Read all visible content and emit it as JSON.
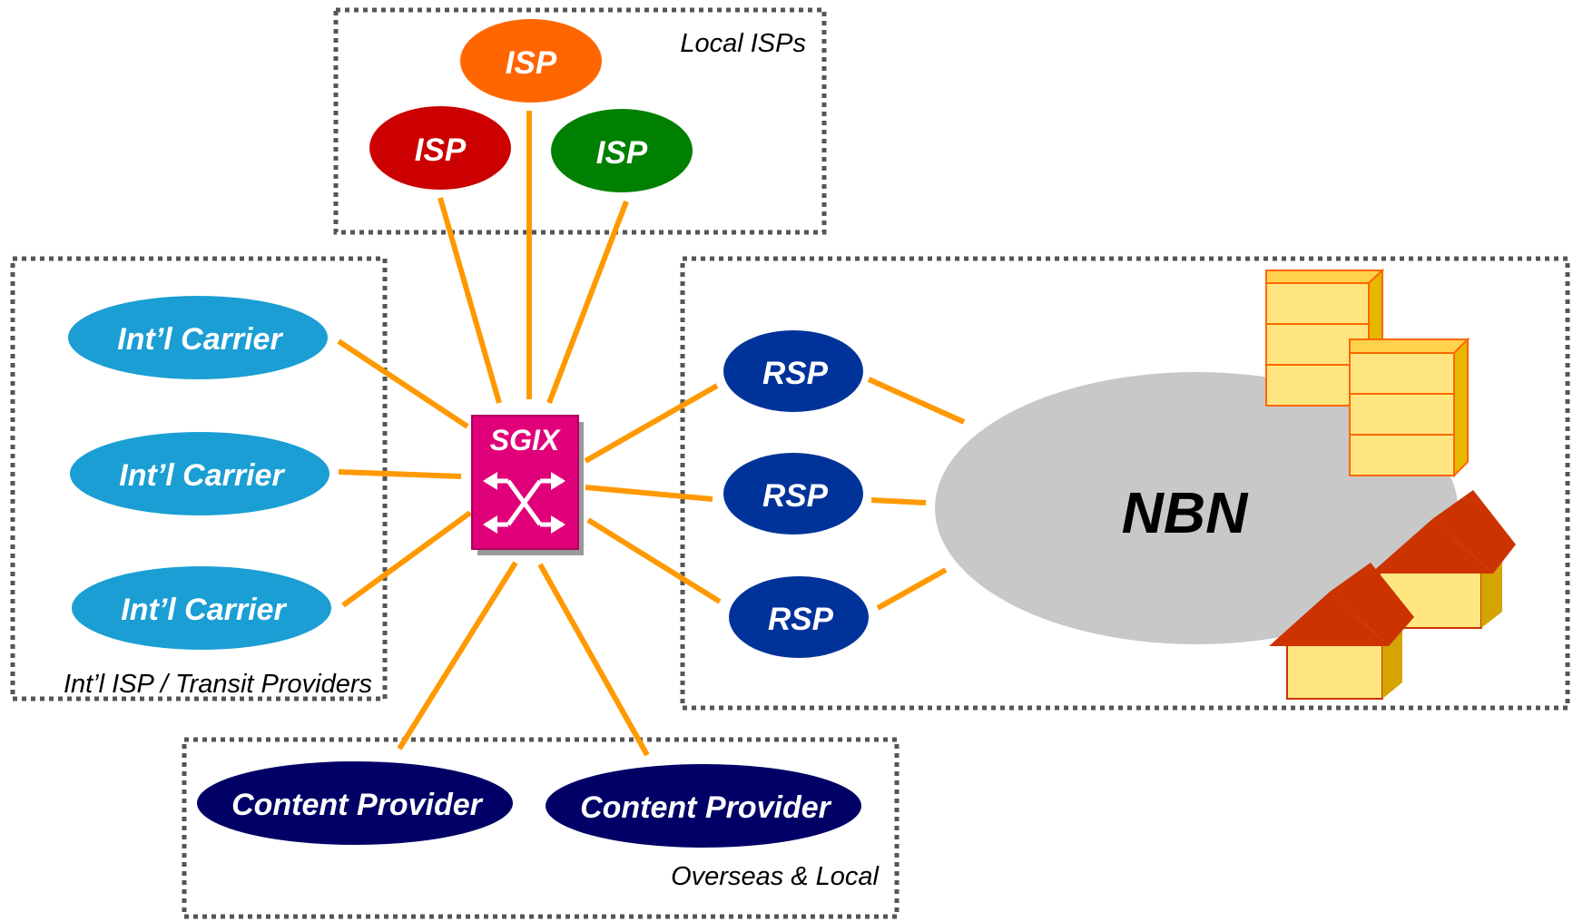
{
  "groups": {
    "local_isps": "Local ISPs",
    "intl_transit": "Int’l ISP / Transit Providers",
    "content": "Overseas & Local"
  },
  "exchange": {
    "label": "SGIX",
    "color": "#e0007a"
  },
  "network": {
    "label": "NBN",
    "color": "#c8c8c8"
  },
  "nodes": {
    "isp_orange": {
      "label": "ISP",
      "color": "#ff6600"
    },
    "isp_red": {
      "label": "ISP",
      "color": "#cc0000"
    },
    "isp_green": {
      "label": "ISP",
      "color": "#008000"
    },
    "carrier_1": {
      "label": "Int’l Carrier",
      "color": "#1a9ed4"
    },
    "carrier_2": {
      "label": "Int’l Carrier",
      "color": "#1a9ed4"
    },
    "carrier_3": {
      "label": "Int’l Carrier",
      "color": "#1a9ed4"
    },
    "rsp_1": {
      "label": "RSP",
      "color": "#003399"
    },
    "rsp_2": {
      "label": "RSP",
      "color": "#003399"
    },
    "rsp_3": {
      "label": "RSP",
      "color": "#003399"
    },
    "content_1": {
      "label": "Content Provider",
      "color": "#000066"
    },
    "content_2": {
      "label": "Content Provider",
      "color": "#000066"
    }
  },
  "icons": [
    "exchange-switch-icon",
    "building-icon",
    "house-icon"
  ],
  "colors": {
    "link": "#ff9900",
    "building": "#ffe680",
    "roof": "#cc3300"
  }
}
